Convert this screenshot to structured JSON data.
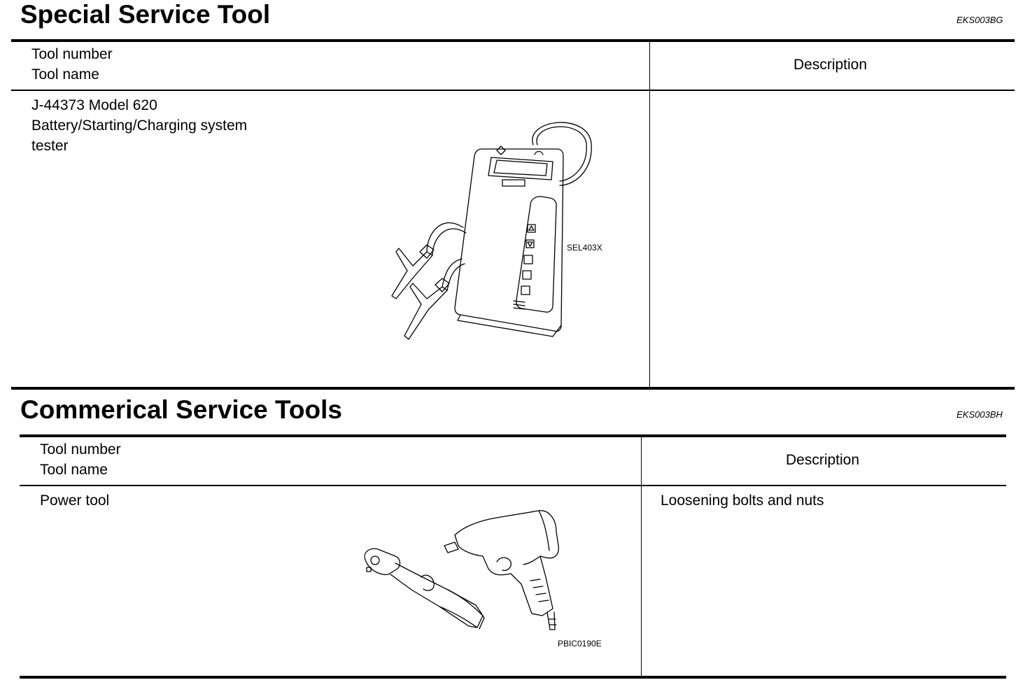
{
  "special": {
    "title": "Special Service Tool",
    "code": "EKS003BG",
    "header_col1_line1": "Tool number",
    "header_col1_line2": "Tool name",
    "header_col2": "Description",
    "row": {
      "line1": "J-44373 Model 620",
      "line2": "Battery/Starting/Charging system",
      "line3": "tester",
      "figure_label": "SEL403X",
      "description": ""
    }
  },
  "commercial": {
    "title": "Commerical Service Tools",
    "code": "EKS003BH",
    "header_col1_line1": "Tool number",
    "header_col1_line2": "Tool name",
    "header_col2": "Description",
    "row": {
      "name": "Power tool",
      "figure_label": "PBIC0190E",
      "description": "Loosening bolts and nuts"
    }
  }
}
